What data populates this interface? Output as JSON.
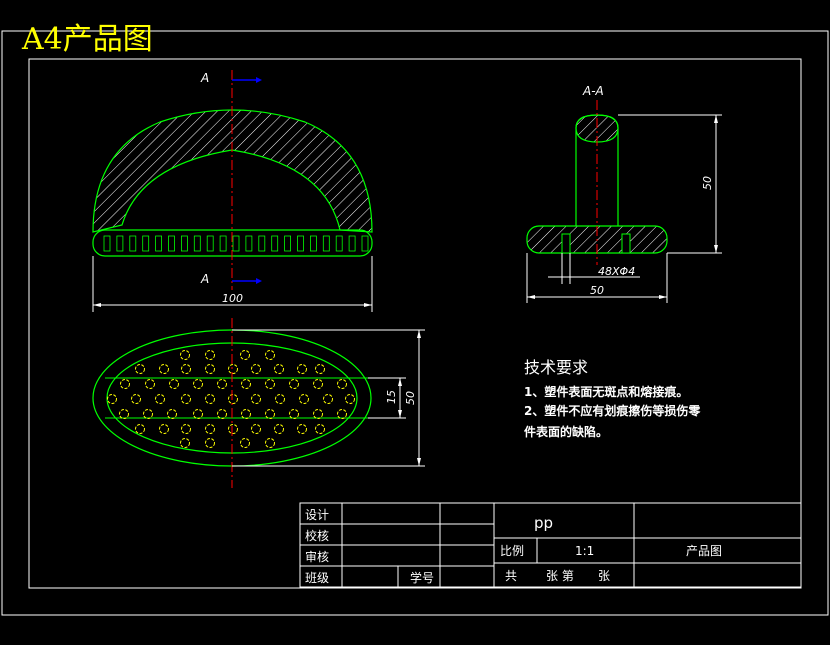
{
  "sheet_title": "A4产品图",
  "colors": {
    "background": "#000000",
    "outline": "#ffffff",
    "part": "#00ff00",
    "centerline": "#ff0000",
    "section_arrow": "#0000ff",
    "holes": "#ffff00",
    "title_text": "#ffff00"
  },
  "views": {
    "front": {
      "section_label_top": "A",
      "section_label_bottom": "A",
      "dim_width": "100"
    },
    "section": {
      "label": "A-A",
      "dim_height": "50",
      "dim_holes": "48XΦ4",
      "dim_width": "50"
    },
    "top": {
      "dim_inner": "15",
      "dim_outer": "50"
    }
  },
  "tech_requirements": {
    "heading": "技术要求",
    "line1": "1、塑件表面无斑点和熔接痕。",
    "line2": "2、塑件不应有划痕擦伤等损伤零",
    "line3": "件表面的缺陷。"
  },
  "title_block": {
    "design": "设计",
    "check": "校核",
    "review": "审核",
    "class": "班级",
    "student_id": "学号",
    "material": "pp",
    "scale_label": "比例",
    "scale_value": "1:1",
    "drawing_name": "产品图",
    "sheet_total": "共",
    "sheet_of": "张 第",
    "sheet_unit": "张"
  }
}
